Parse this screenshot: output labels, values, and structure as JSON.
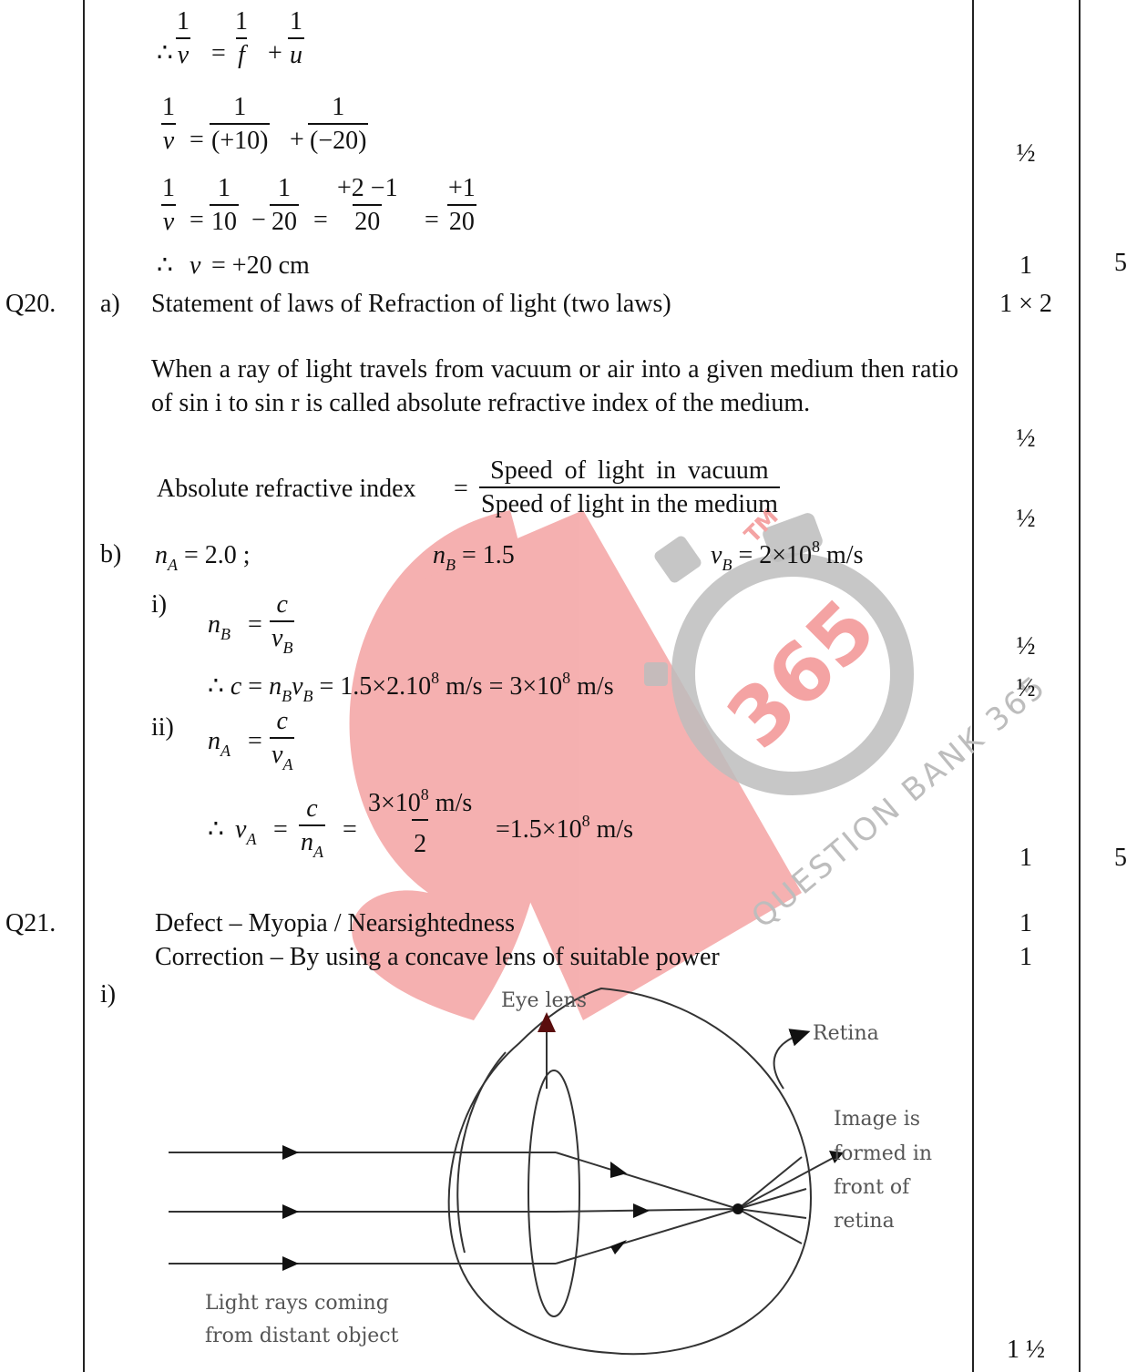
{
  "q19": {
    "therefore": "∴",
    "one": "1",
    "v": "v",
    "f": "f",
    "u": "u",
    "plus10": "(+10)",
    "minus20": "(−20)",
    "ten": "10",
    "twenty": "20",
    "plus2minus1": "+2 −1",
    "plus1": "+1",
    "final_v": "v",
    "final_rest": "= +20 cm"
  },
  "q20": {
    "number": "Q20.",
    "a_label": "a)",
    "a_statement": "Statement of laws of Refraction of light (two laws)",
    "a_para": "When a ray of light travels from vacuum or air into a given medium then ratio of sin i to sin r is called absolute refractive index of the medium.",
    "abs_label": "Absolute refractive index",
    "abs_num": "Speed of light in vacuum",
    "abs_den": "Speed of light in the medium",
    "b_label": "b)",
    "nA_value": "= 2.0 ;",
    "nB_value": "= 1.5",
    "vB_value": "= 2×10",
    "exp8": "8",
    "ms": "m/s",
    "i_label": "i)",
    "ii_label": "ii)",
    "n": "n",
    "c": "c",
    "v": "v",
    "sub_A": "A",
    "sub_B": "B",
    "c_calc_mid": "= 1.5×2.10",
    "c_calc_end": "= 3×10",
    "vA_num": "3×10",
    "two": "2",
    "vA_result": "=1.5×10"
  },
  "q21": {
    "number": "Q21.",
    "defect": "Defect – Myopia / Nearsightedness",
    "correction": "Correction – By using a concave lens of suitable power",
    "i_label": "i)",
    "diagram": {
      "eye_lens": "Eye lens",
      "retina": "Retina",
      "image_line1": "Image is",
      "image_line2": "formed in",
      "image_line3": "front of",
      "image_line4": "retina",
      "rays_line1": "Light rays coming",
      "rays_line2": "from distant object"
    }
  },
  "marks": {
    "half": "½",
    "one": "1",
    "one_x_two": "1 × 2",
    "one_half": "1 ½",
    "five": "5"
  },
  "watermark": {
    "tm": "TM",
    "num": "365",
    "arc_text": "QUESTION BANK 365",
    "red": "#f4a3a3",
    "gray": "#bdbdbd"
  }
}
